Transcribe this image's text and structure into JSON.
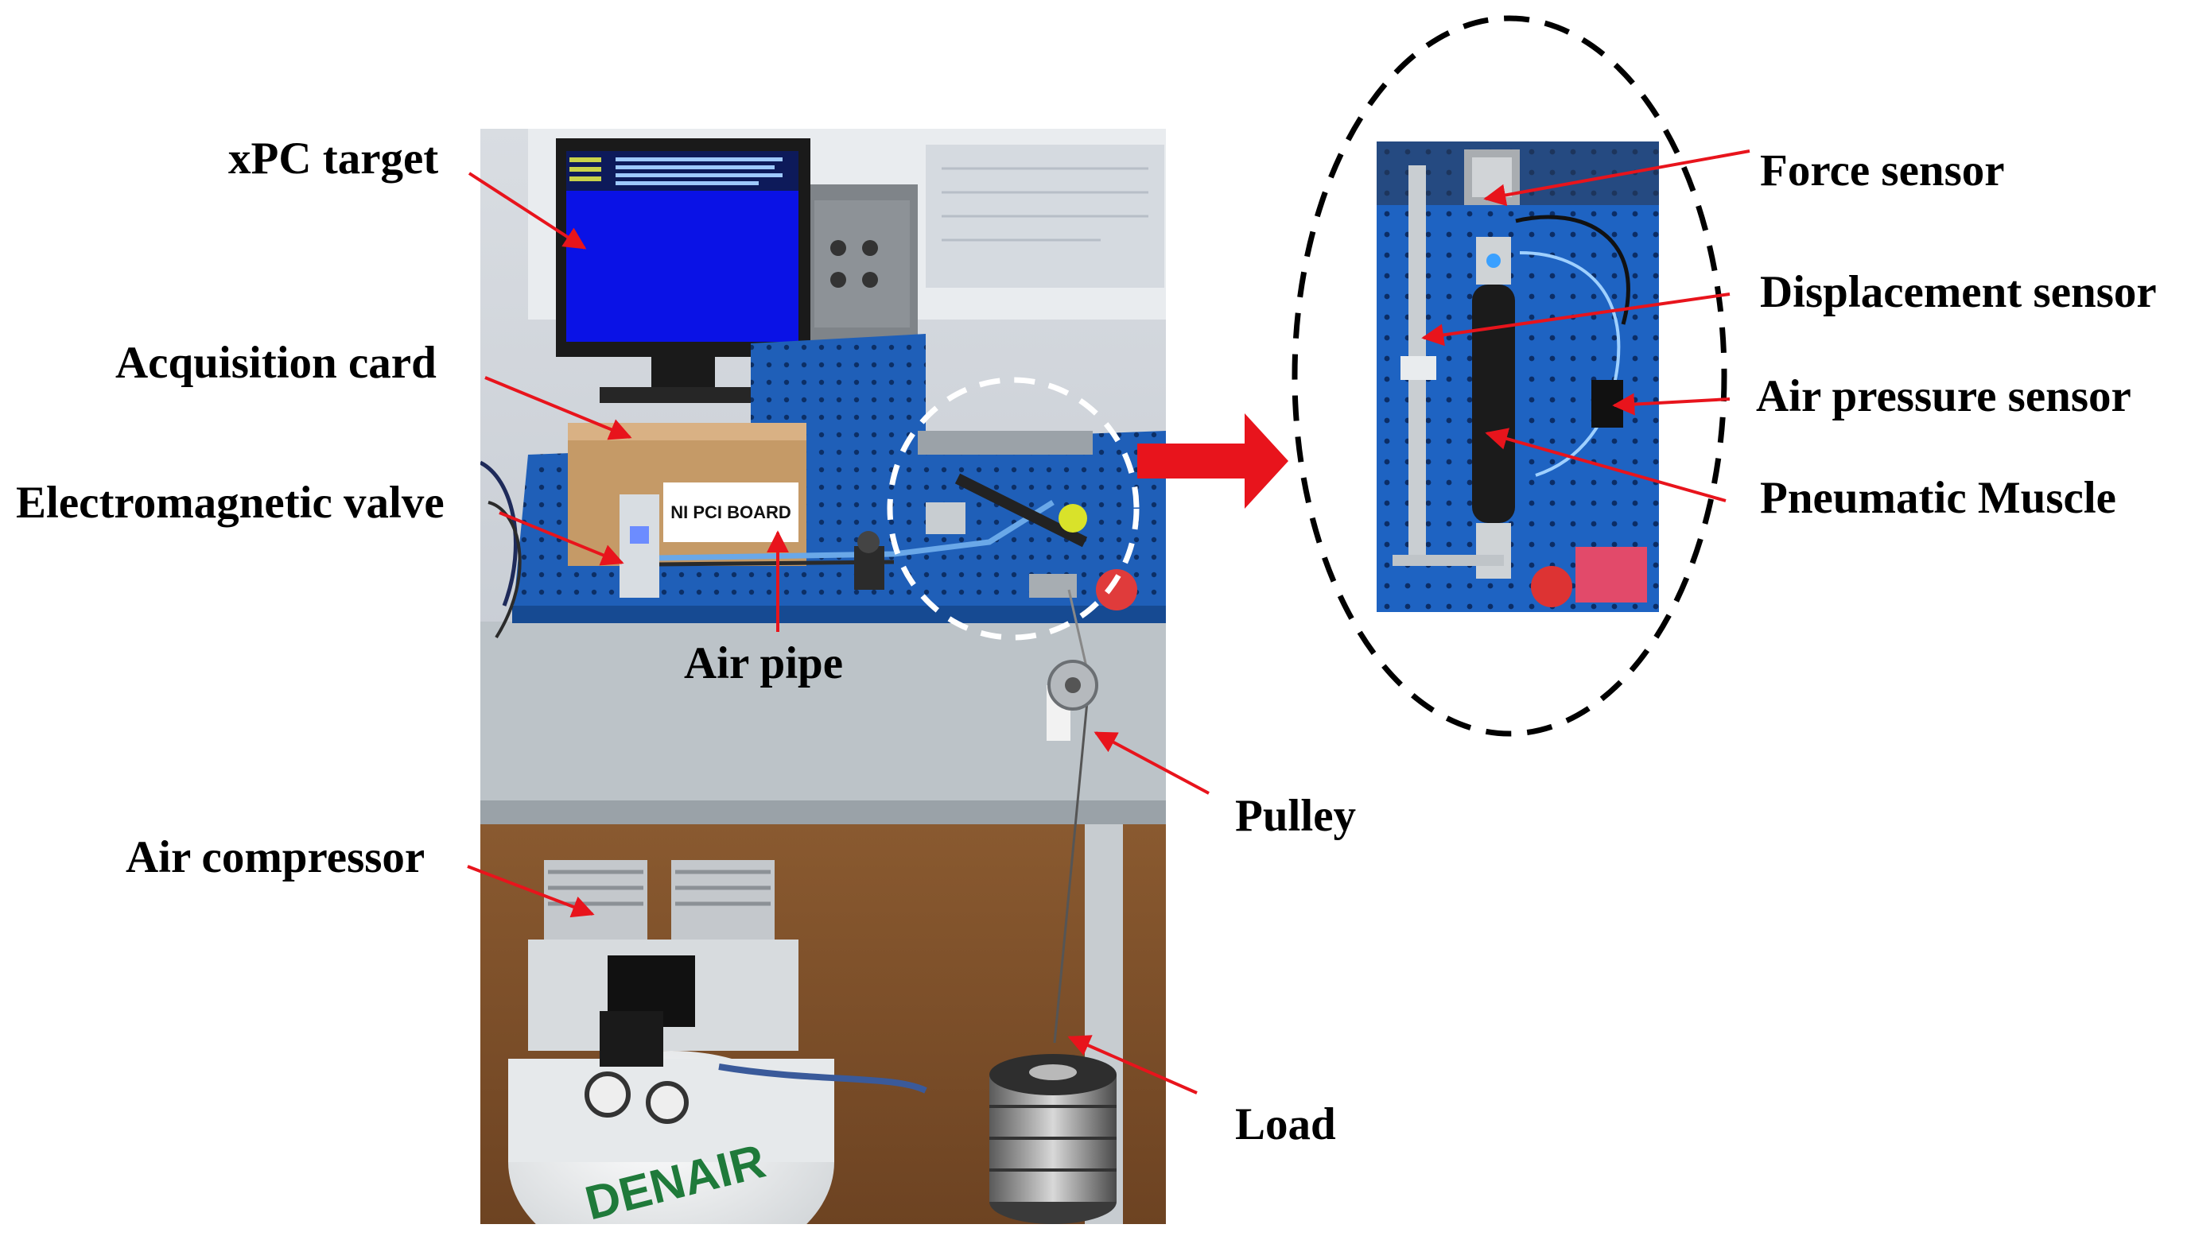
{
  "labels": {
    "xpc_target": "xPC target",
    "acquisition_card": "Acquisition card",
    "electromagnetic_valve": "Electromagnetic valve",
    "air_pipe": "Air pipe",
    "air_compressor": "Air compressor",
    "pulley": "Pulley",
    "load": "Load",
    "force_sensor": "Force sensor",
    "displacement_sensor": "Displacement sensor",
    "air_pressure_sensor": "Air pressure sensor",
    "pneumatic_muscle": "Pneumatic Muscle"
  },
  "photo_text": {
    "board_label": "NI PCI BOARD",
    "compressor_brand": "DENAIR"
  },
  "colors": {
    "arrow": "#e8141c",
    "board_blue": "#1f5fb8",
    "screen_blue": "#0a12e6",
    "highlight_ellipse": "#000000",
    "zoom_ellipse": "#ffffff"
  }
}
